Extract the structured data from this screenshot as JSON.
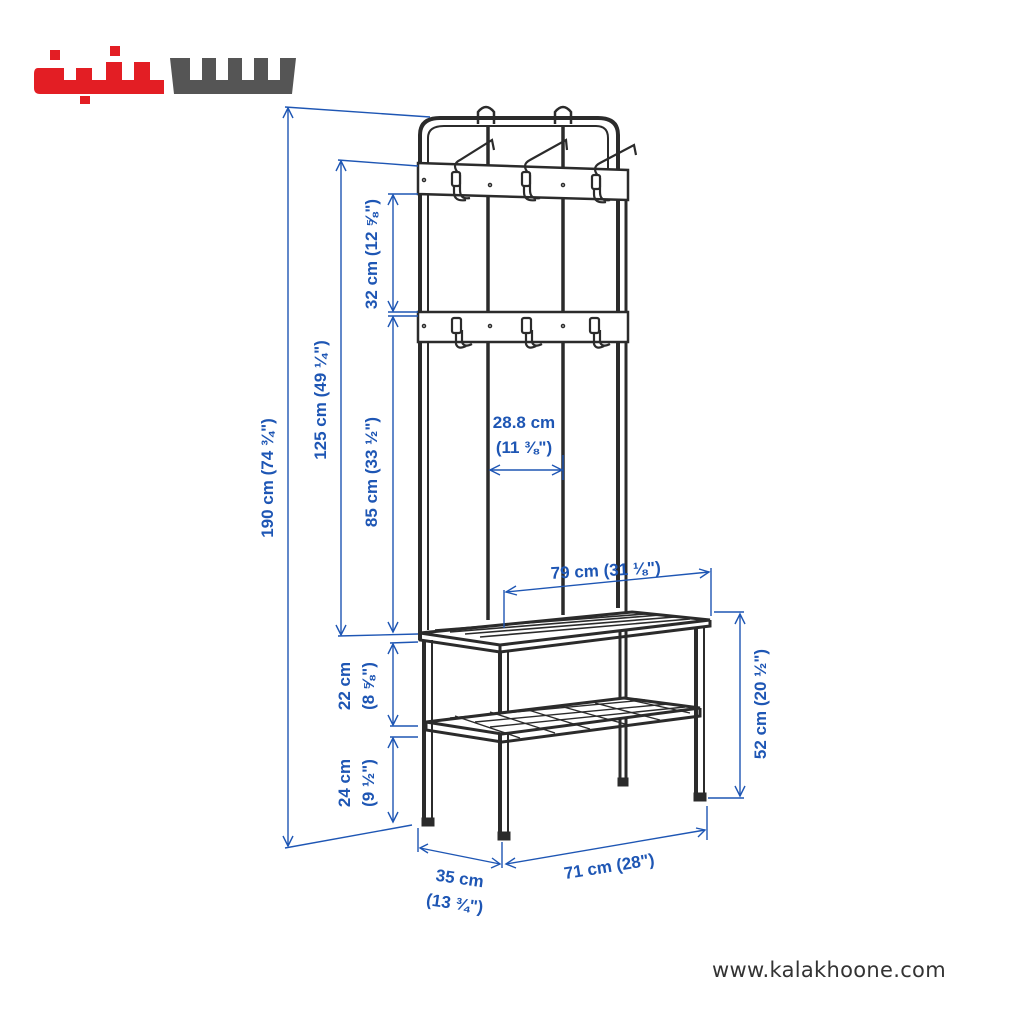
{
  "brand": {
    "logo_text": "خونه",
    "colors": {
      "red": "#e31e24",
      "gray": "#555555"
    }
  },
  "website": "www.kalakhoone.com",
  "colors": {
    "dimension": "#1e56b4",
    "furniture": "#2b2b2b"
  },
  "dimensions": {
    "total_height": "190 cm (74 ¾\")",
    "hooks_height": "125 cm (49 ¼\")",
    "rail_spacing": "32 cm (12 ⅝\")",
    "rail_to_bench": "85 cm (33 ½\")",
    "post_spacing_cm": "28.8 cm",
    "post_spacing_in": "(11 ⅜\")",
    "bench_width": "79 cm (31 ⅛\")",
    "bench_height": "52 cm (20 ½\")",
    "seat_to_shelf_cm": "22 cm",
    "seat_to_shelf_in": "(8 ⅝\")",
    "shelf_height_cm": "24 cm",
    "shelf_height_in": "(9 ½\")",
    "depth_cm": "35 cm",
    "depth_in": "(13 ¾\")",
    "frame_width": "71 cm (28\")"
  }
}
